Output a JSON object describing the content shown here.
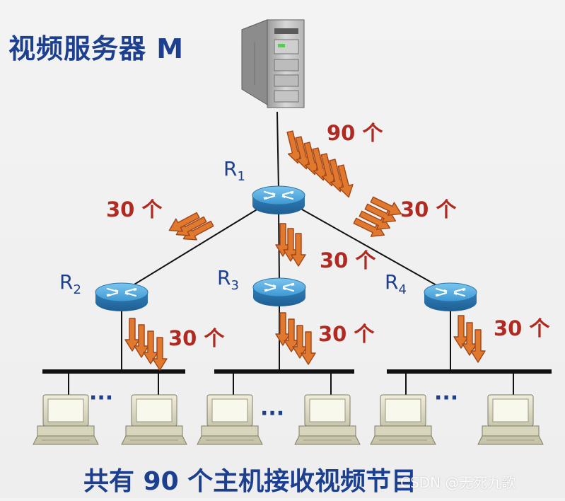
{
  "title": "视频服务器 M",
  "footer": "共有 90 个主机接收视频节目",
  "watermark": "CSDN @无死九歌",
  "routers": [
    {
      "id": "r1",
      "label": "R",
      "sub": "1"
    },
    {
      "id": "r2",
      "label": "R",
      "sub": "2"
    },
    {
      "id": "r3",
      "label": "R",
      "sub": "3"
    },
    {
      "id": "r4",
      "label": "R",
      "sub": "4"
    }
  ],
  "flows": [
    {
      "id": "server-to-r1",
      "label": "90 个"
    },
    {
      "id": "r1-to-r2",
      "label": "30 个"
    },
    {
      "id": "r1-to-r3",
      "label": "30 个"
    },
    {
      "id": "r1-to-r4",
      "label": "30 个"
    },
    {
      "id": "r2-to-lan",
      "label": "30 个"
    },
    {
      "id": "r3-to-lan",
      "label": "30 个"
    },
    {
      "id": "r4-to-lan",
      "label": "30 个"
    }
  ],
  "ellipsis": "···",
  "colors": {
    "title": "#1c3f8f",
    "count_label": "#b02a22",
    "arrow_fill": "#e0782e",
    "arrow_stroke": "#a0461a",
    "router": "#3f9fd9",
    "line": "#111111"
  }
}
